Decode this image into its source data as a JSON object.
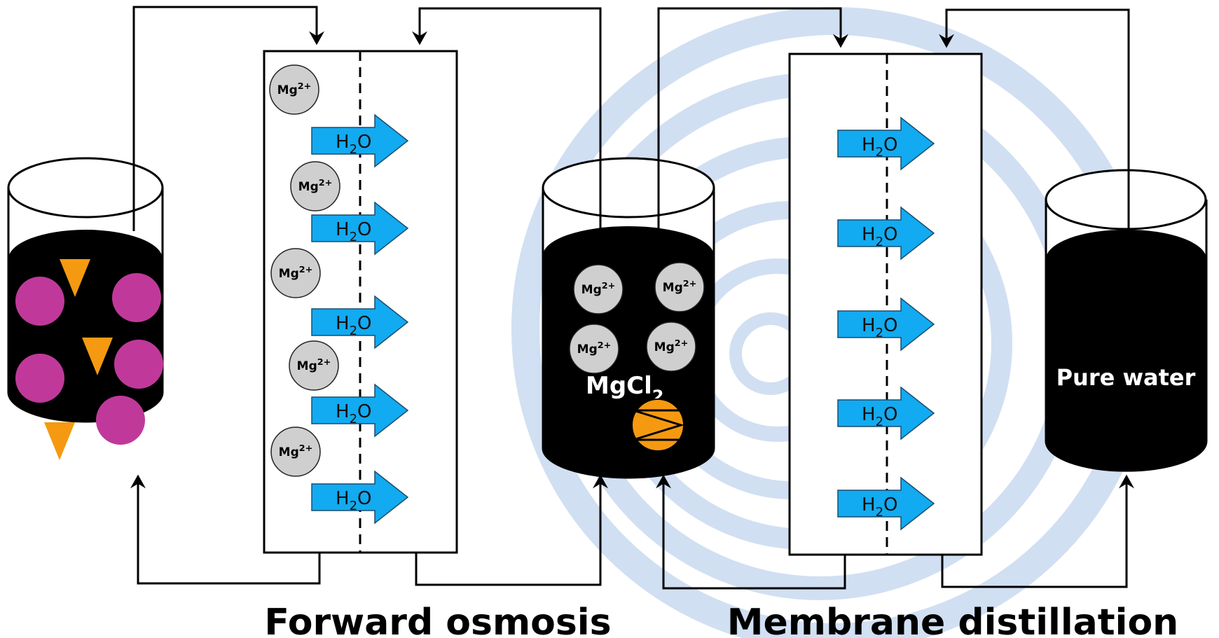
{
  "labels": {
    "forward_osmosis": "Forward osmosis",
    "membrane_distillation": "Membrane distillation",
    "pure_water": "Pure water",
    "draw_solution_base": "MgCl",
    "draw_solution_sub": "2"
  },
  "species": {
    "mg_base": "Mg",
    "mg_sup": "2+",
    "water_h": "H",
    "water_sub": "2",
    "water_o": "O"
  },
  "colors": {
    "background_swirl": "#c9daf0",
    "liquid": "#000000",
    "foulant_circle": "#c0399a",
    "foulant_triangle": "#f59a10",
    "water_arrow": "#12aaf0",
    "ion": "#cfcfcf",
    "pump": "#f59a10",
    "line": "#000000"
  },
  "icons": {
    "pump": "pump-icon",
    "water_arrow": "arrow-right-icon",
    "ion": "magnesium-ion-icon"
  }
}
